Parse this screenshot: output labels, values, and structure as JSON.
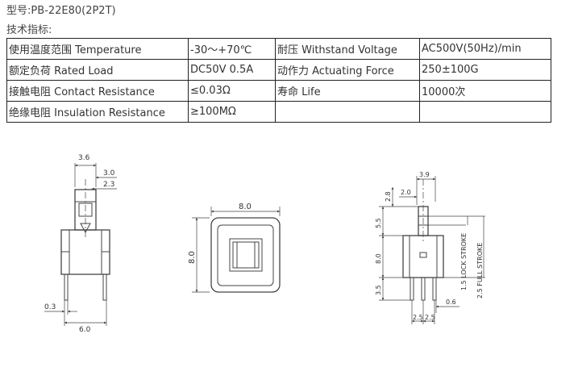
{
  "header": {
    "model_line": "型号:PB-22E80(2P2T)",
    "specs_title": "技术指标:"
  },
  "specs_table": {
    "rows": [
      [
        "使用温度范围 Temperature",
        "-30～+70℃",
        "耐压 Withstand Voltage",
        "AC500V(50Hz)/min"
      ],
      [
        "额定负荷 Rated Load",
        "DC50V 0.5A",
        "动作力 Actuating Force",
        "250±100G"
      ],
      [
        "接触电阻 Contact Resistance",
        "≤0.03Ω",
        "寿命 Life",
        "10000次"
      ],
      [
        "绝缘电阻 Insulation Resistance",
        "≥100MΩ",
        "",
        ""
      ]
    ]
  },
  "drawing": {
    "side_view": {
      "dim_top": "3.6",
      "dim_a": "3.0",
      "dim_b": "2.3",
      "dim_pin": "0.3",
      "dim_width": "6.0"
    },
    "top_view": {
      "dim_width": "8.0",
      "dim_height": "8.0"
    },
    "profile_view": {
      "dim_top": "3.9",
      "dim_a": "2.0",
      "dim_b": "2.8",
      "dim_c": "5.5",
      "dim_d": "8.0",
      "dim_e": "3.5",
      "dim_pitch1": "2.5",
      "dim_pitch2": "2.5",
      "dim_pin": "0.6",
      "lock_stroke": "1.5 LOCK STROKE",
      "full_stroke": "2.5 FULL STROKE"
    }
  }
}
